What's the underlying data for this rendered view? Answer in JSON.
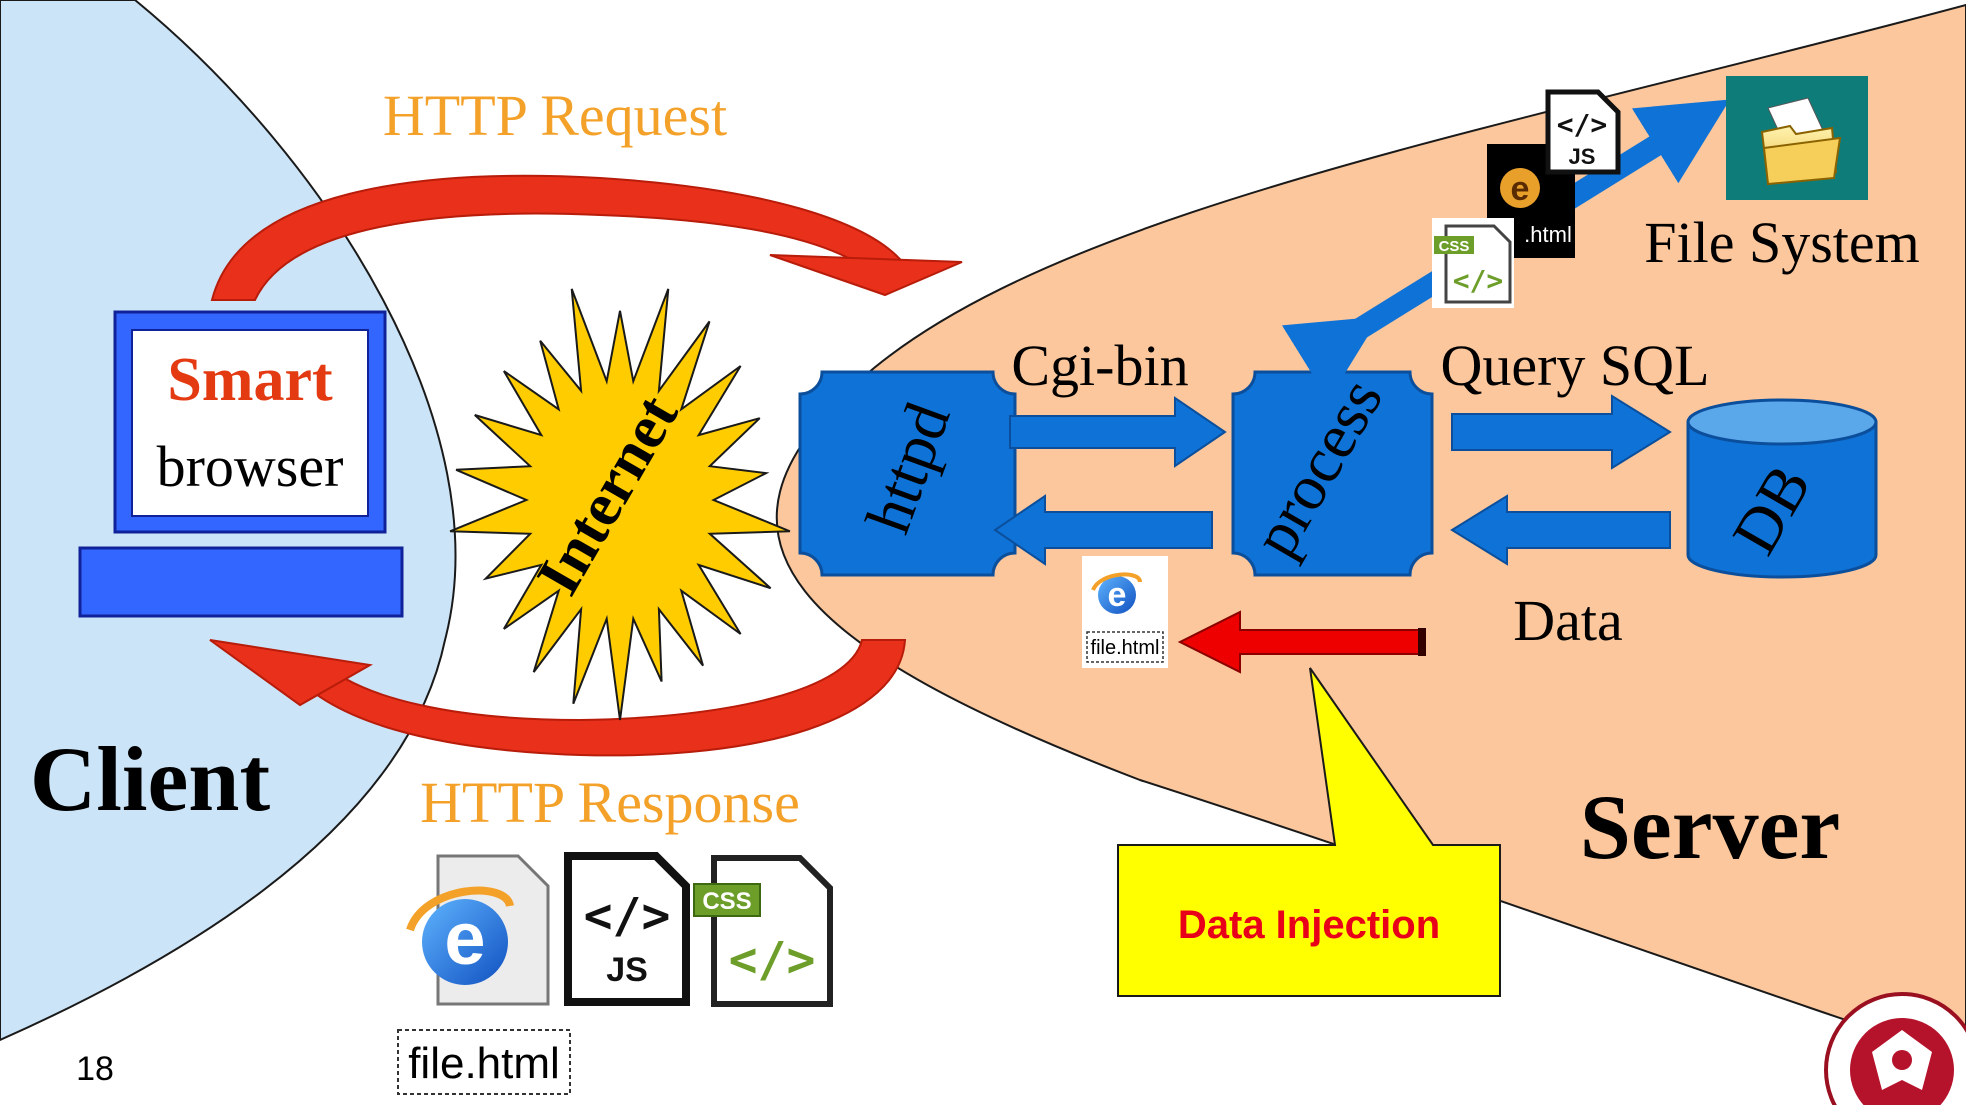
{
  "colors": {
    "client_bg": "#cce4f7",
    "server_bg": "#fcc79c",
    "node_blue": "#0f72d6",
    "node_blue_dark": "#0b4f9c",
    "arc_red": "#e8301a",
    "arc_red_dark": "#b81c0a",
    "inject_red": "#ee0000",
    "label_orange": "#f4a12a",
    "internet_yellow": "#ffcc00",
    "callout_yellow": "#ffff00",
    "accent_red": "#e43a12"
  },
  "slide": {
    "page_number": "18"
  },
  "client": {
    "label": "Client",
    "browser_line1": "Smart",
    "browser_line2": "browser"
  },
  "server": {
    "label": "Server"
  },
  "internet": {
    "label": "Internet"
  },
  "http": {
    "request_label": "HTTP Request",
    "response_label": "HTTP Response"
  },
  "nodes": {
    "httpd": "httpd",
    "process": "process",
    "db": "DB"
  },
  "flows": {
    "cgi_bin": "Cgi-bin",
    "query_sql": "Query SQL",
    "data": "Data"
  },
  "file_system": {
    "label": "File System"
  },
  "callout": {
    "text": "Data Injection"
  },
  "file_icons": {
    "html_caption": "file.html",
    "html_caption_small": ".html",
    "js_label": "JS",
    "css_label": "CSS",
    "code_glyph": "</>"
  }
}
